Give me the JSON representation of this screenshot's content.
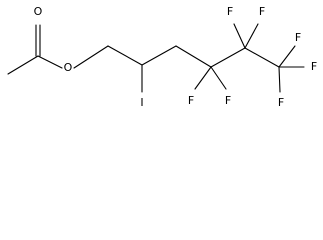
{
  "molecule": {
    "atoms": {
      "carbonyl_oxygen": "O",
      "ester_oxygen": "O",
      "iodine": "I",
      "fluorine_1": "F",
      "fluorine_2": "F",
      "fluorine_3": "F",
      "fluorine_4": "F",
      "fluorine_5": "F",
      "fluorine_6": "F",
      "fluorine_7": "F"
    }
  }
}
